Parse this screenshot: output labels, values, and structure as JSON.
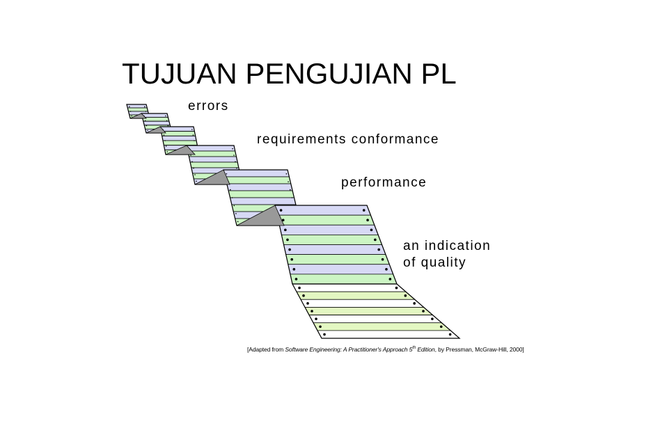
{
  "title": "TUJUAN PENGUJIAN PL",
  "labels": {
    "errors": "errors",
    "requirements": "requirements conformance",
    "performance": "performance",
    "quality_line1": "an indication",
    "quality_line2": "of quality"
  },
  "citation": {
    "prefix": "[Adapted from ",
    "book": "Software Engineering: A Practitioner's Approach",
    "edition_num": " 5",
    "edition_sup": "th",
    "edition_word": " Edition",
    "suffix": ", by Pressman, McGraw-Hill, 2000]"
  },
  "colors": {
    "stripe_green": "#ccf5c4",
    "stripe_lavender": "#d7d9f5",
    "stripe_yellowgreen": "#e3f7c2",
    "stripe_white": "#ffffff",
    "shadow_gray": "#999999",
    "outline": "#000000"
  }
}
